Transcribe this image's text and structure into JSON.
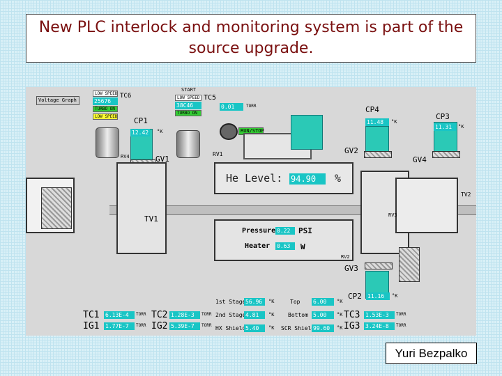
{
  "slide": {
    "title": "New  PLC interlock and monitoring system is part of the source upgrade.",
    "author": "Yuri Bezpalko"
  },
  "hmi": {
    "voltage_graph_button": "Voltage Graph",
    "start_label": "START",
    "run_stop_button": "RUN/STOP",
    "torr_unit": "TORR",
    "kelvin_unit": "°K",
    "pump_left": {
      "low_speed": "LOW SPEED",
      "value": "25676",
      "turbo_on": "TURBO ON",
      "low_speed2": "LOW SPEED",
      "label": "TC6"
    },
    "pump_mid": {
      "low_speed": "LOW SPEED",
      "value": "38C46",
      "turbo_on": "TURBO ON",
      "label": "TC5",
      "reading": "0.01"
    },
    "labels": {
      "cp1": "CP1",
      "cp1_value": "12.42",
      "cp4": "CP4",
      "cp4_value": "11.48",
      "cp3": "CP3",
      "cp3_value": "11.31",
      "cp2": "CP2",
      "cp2_value": "11.16",
      "gv1": "GV1",
      "gv2": "GV2",
      "gv3": "GV3",
      "gv4": "GV4",
      "tv1": "TV1",
      "tv2": "TV2",
      "rv1": "RV1",
      "rv2": "RV2",
      "rv3": "RV3",
      "rv4": "RV4"
    },
    "he_level": {
      "label": "He Level:",
      "value": "94.90",
      "unit": "%"
    },
    "pressure": {
      "label": "Pressure",
      "value": "0.22",
      "unit": "PSI"
    },
    "heater": {
      "label": "Heater",
      "value": "0.63",
      "unit": "W"
    },
    "stages": [
      {
        "label": "1st Stage",
        "value": "56.96",
        "unit": "°K"
      },
      {
        "label": "2nd Stage",
        "value": "4.81",
        "unit": "°K"
      },
      {
        "label": "HX Shield",
        "value": "5.40",
        "unit": "°K"
      }
    ],
    "top_readings": [
      {
        "label": "Top",
        "value": "6.00",
        "unit": "°K"
      },
      {
        "label": "Bottom",
        "value": "5.00",
        "unit": "°K"
      },
      {
        "label": "SCR Shield",
        "value": "99.60",
        "unit": "°K"
      }
    ],
    "gauges": {
      "tc1": "TC1",
      "tc1_value": "6.13E-4",
      "ig1": "IG1",
      "ig1_value": "1.77E-7",
      "tc2": "TC2",
      "tc2_value": "1.28E-3",
      "ig2": "IG2",
      "ig2_value": "5.39E-7",
      "tc3": "TC3",
      "tc3_value": "1.53E-3",
      "ig3": "IG3",
      "ig3_value": "3.24E-8"
    }
  }
}
